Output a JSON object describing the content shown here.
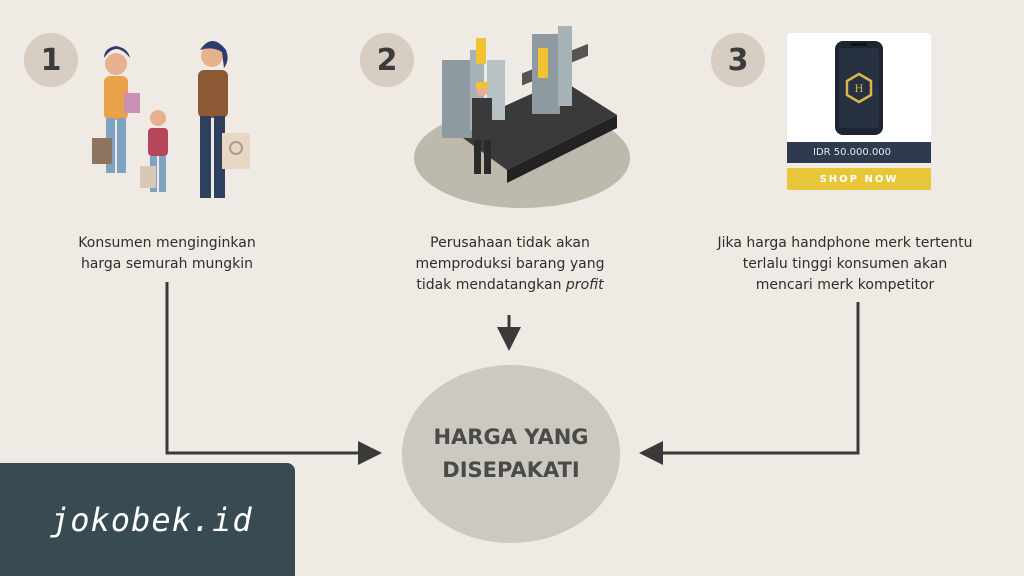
{
  "steps": [
    {
      "number": "1",
      "caption_lines": [
        "Konsumen menginginkan",
        "harga semurah mungkin"
      ]
    },
    {
      "number": "2",
      "caption_lines": [
        "Perusahaan tidak akan",
        "memproduksi barang yang"
      ],
      "caption_last_prefix": "tidak mendatangkan ",
      "caption_last_italic": "profit"
    },
    {
      "number": "3",
      "caption_lines": [
        "Jika harga handphone merk tertentu",
        "terlalu tinggi konsumen akan",
        "mencari merk kompetitor"
      ]
    }
  ],
  "center": {
    "line1": "HARGA YANG",
    "line2": "DISEPAKATI"
  },
  "phone_ad": {
    "price": "IDR 50.000.000",
    "button": "SHOP NOW"
  },
  "watermark": "jokobek.id",
  "colors": {
    "background": "#efeae3",
    "badge": "#d7cdc3",
    "center": "#ccc9c0",
    "arrow": "#3a3a3a",
    "watermark_bg": "#384b53",
    "shop_button": "#e8c63a",
    "price_bar": "#2e3a4e"
  }
}
